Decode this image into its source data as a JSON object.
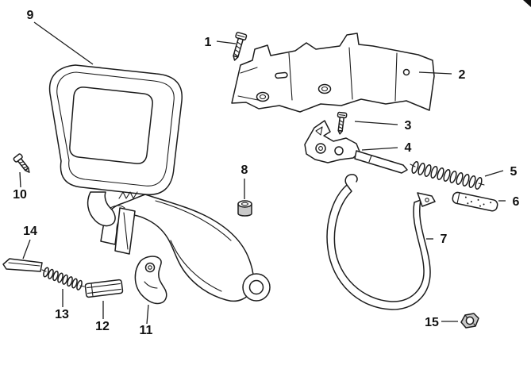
{
  "diagram": {
    "type": "exploded-parts-diagram",
    "background_color": "#ffffff",
    "line_color": "#1c1c1c",
    "shading_color": "#c9c9c9",
    "callouts": [
      {
        "label": "1"
      },
      {
        "label": "2"
      },
      {
        "label": "3"
      },
      {
        "label": "4"
      },
      {
        "label": "5"
      },
      {
        "label": "6"
      },
      {
        "label": "7"
      },
      {
        "label": "8"
      },
      {
        "label": "9"
      },
      {
        "label": "10"
      },
      {
        "label": "11"
      },
      {
        "label": "12"
      },
      {
        "label": "13"
      },
      {
        "label": "14"
      },
      {
        "label": "15"
      }
    ]
  }
}
